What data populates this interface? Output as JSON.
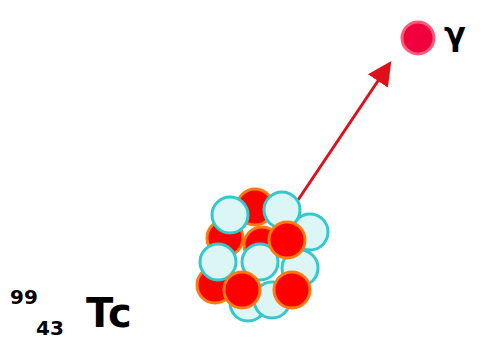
{
  "diagram": {
    "labels": [
      "γ",
      "99",
      "43",
      "Tc"
    ]
  }
}
